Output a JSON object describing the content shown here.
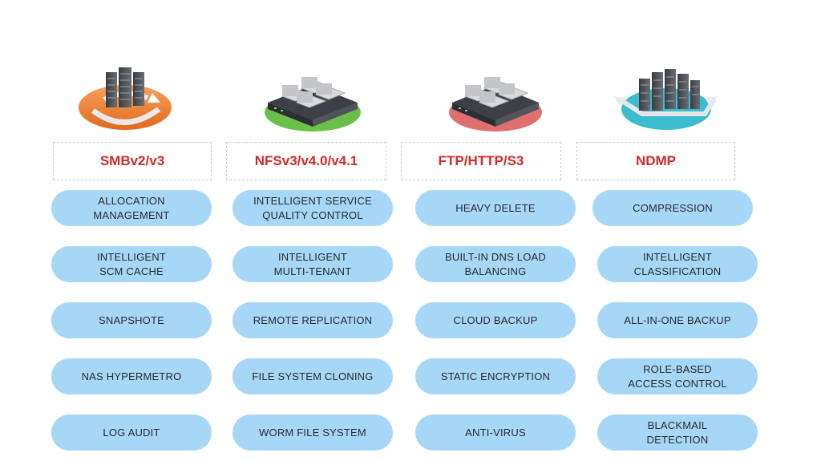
{
  "colors": {
    "header_text": "#d32a2a",
    "pill_fill": "#a7d7f7",
    "platform_orange": "#f08a3c",
    "platform_green": "#6cc04a",
    "platform_red": "#e07070",
    "platform_cyan": "#3bbccf"
  },
  "columns": [
    {
      "title": "SMBv2/v3",
      "icon": "server-rack-rotate-icon",
      "items": [
        "ALLOCATION\nMANAGEMENT",
        "INTELLIGENT\nSCM CACHE",
        "SNAPSHOTE",
        "NAS HYPERMETRO",
        "LOG AUDIT"
      ]
    },
    {
      "title": "NFSv3/v4.0/v4.1",
      "icon": "storage-server-icon",
      "items": [
        "INTELLIGENT SERVICE\nQUALITY CONTROL",
        "INTELLIGENT\nMULTI-TENANT",
        "REMOTE REPLICATION",
        "FILE SYSTEM CLONING",
        "WORM FILE SYSTEM"
      ]
    },
    {
      "title": "FTP/HTTP/S3",
      "icon": "storage-server-icon",
      "items": [
        "HEAVY DELETE",
        "BUILT-IN DNS LOAD\nBALANCING",
        "CLOUD BACKUP",
        "STATIC ENCRYPTION",
        "ANTI-VIRUS"
      ]
    },
    {
      "title": "NDMP",
      "icon": "server-rack-transfer-icon",
      "items": [
        "COMPRESSION",
        "INTELLIGENT\nCLASSIFICATION",
        "ALL-IN-ONE BACKUP",
        "ROLE-BASED\nACCESS CONTROL",
        "BLACKMAIL\nDETECTION"
      ]
    }
  ]
}
